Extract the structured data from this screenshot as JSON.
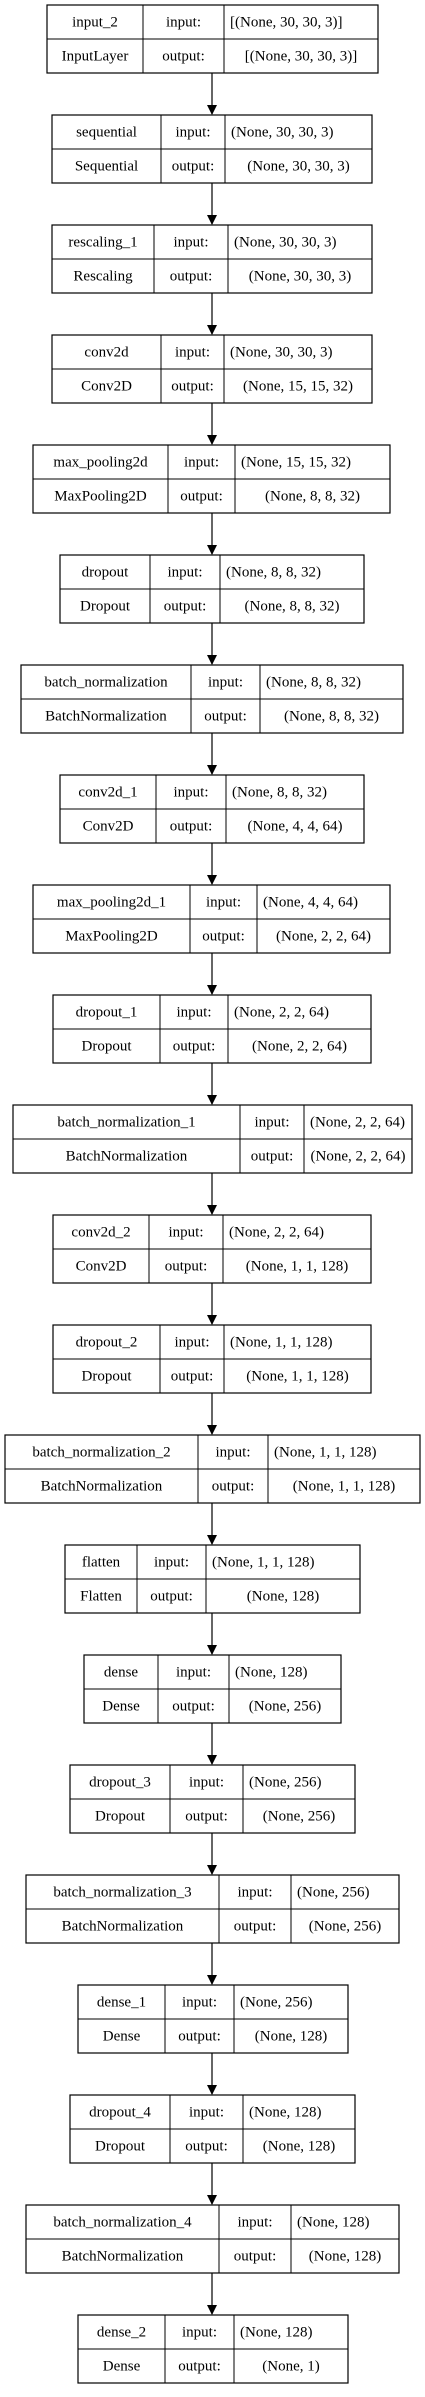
{
  "layers": [
    {
      "name": "input_2",
      "type": "InputLayer",
      "input": "[(None, 30, 30, 3)]",
      "output": "[(None, 30, 30, 3)]"
    },
    {
      "name": "sequential",
      "type": "Sequential",
      "input": "(None, 30, 30, 3)",
      "output": "(None, 30, 30, 3)"
    },
    {
      "name": "rescaling_1",
      "type": "Rescaling",
      "input": "(None, 30, 30, 3)",
      "output": "(None, 30, 30, 3)"
    },
    {
      "name": "conv2d",
      "type": "Conv2D",
      "input": "(None, 30, 30, 3)",
      "output": "(None, 15, 15, 32)"
    },
    {
      "name": "max_pooling2d",
      "type": "MaxPooling2D",
      "input": "(None, 15, 15, 32)",
      "output": "(None, 8, 8, 32)"
    },
    {
      "name": "dropout",
      "type": "Dropout",
      "input": "(None, 8, 8, 32)",
      "output": "(None, 8, 8, 32)"
    },
    {
      "name": "batch_normalization",
      "type": "BatchNormalization",
      "input": "(None, 8, 8, 32)",
      "output": "(None, 8, 8, 32)"
    },
    {
      "name": "conv2d_1",
      "type": "Conv2D",
      "input": "(None, 8, 8, 32)",
      "output": "(None, 4, 4, 64)"
    },
    {
      "name": "max_pooling2d_1",
      "type": "MaxPooling2D",
      "input": "(None, 4, 4, 64)",
      "output": "(None, 2, 2, 64)"
    },
    {
      "name": "dropout_1",
      "type": "Dropout",
      "input": "(None, 2, 2, 64)",
      "output": "(None, 2, 2, 64)"
    },
    {
      "name": "batch_normalization_1",
      "type": "BatchNormalization",
      "input": "(None, 2, 2, 64)",
      "output": "(None, 2, 2, 64)"
    },
    {
      "name": "conv2d_2",
      "type": "Conv2D",
      "input": "(None, 2, 2, 64)",
      "output": "(None, 1, 1, 128)"
    },
    {
      "name": "dropout_2",
      "type": "Dropout",
      "input": "(None, 1, 1, 128)",
      "output": "(None, 1, 1, 128)"
    },
    {
      "name": "batch_normalization_2",
      "type": "BatchNormalization",
      "input": "(None, 1, 1, 128)",
      "output": "(None, 1, 1, 128)"
    },
    {
      "name": "flatten",
      "type": "Flatten",
      "input": "(None, 1, 1, 128)",
      "output": "(None, 128)"
    },
    {
      "name": "dense",
      "type": "Dense",
      "input": "(None, 128)",
      "output": "(None, 256)"
    },
    {
      "name": "dropout_3",
      "type": "Dropout",
      "input": "(None, 256)",
      "output": "(None, 256)"
    },
    {
      "name": "batch_normalization_3",
      "type": "BatchNormalization",
      "input": "(None, 256)",
      "output": "(None, 256)"
    },
    {
      "name": "dense_1",
      "type": "Dense",
      "input": "(None, 256)",
      "output": "(None, 128)"
    },
    {
      "name": "dropout_4",
      "type": "Dropout",
      "input": "(None, 128)",
      "output": "(None, 128)"
    },
    {
      "name": "batch_normalization_4",
      "type": "BatchNormalization",
      "input": "(None, 128)",
      "output": "(None, 128)"
    },
    {
      "name": "dense_2",
      "type": "Dense",
      "input": "(None, 128)",
      "output": "(None, 1)"
    }
  ],
  "labels": {
    "input": "input:",
    "output": "output:"
  }
}
